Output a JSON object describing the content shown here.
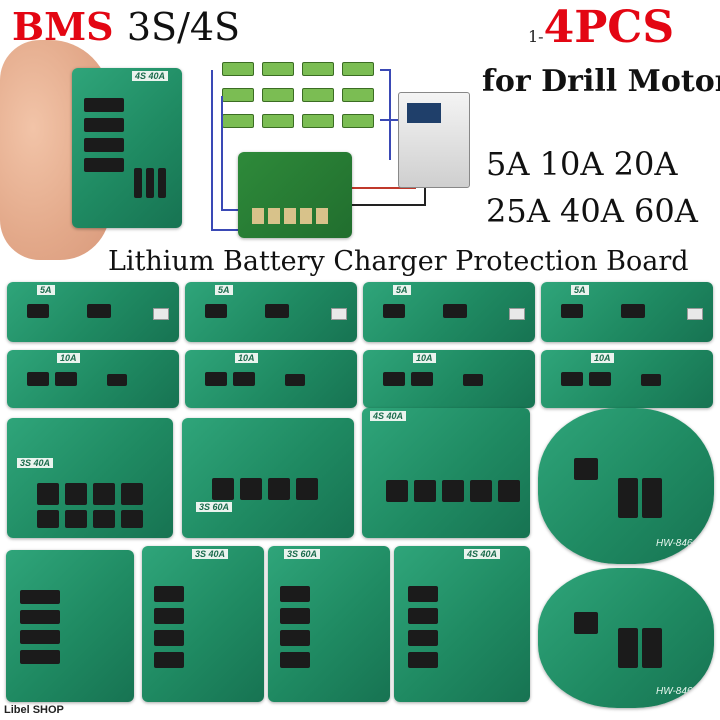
{
  "title": {
    "bms": "BMS",
    "series": "3S/4S"
  },
  "quantity": {
    "prefix": "1-",
    "count": "4PCS"
  },
  "use": "for Drill Motor",
  "ratings": {
    "line1": "5A 10A 20A",
    "line2": "25A 40A 60A"
  },
  "subtitle": "Lithium Battery Charger Protection Board",
  "shop": "Libel SHOP",
  "board_labels": {
    "hero": "4S 40A",
    "r5a": "5A",
    "r10a": "10A",
    "s3_40": "3S 40A",
    "s3_60": "3S 60A",
    "s4_40": "4S 40A",
    "hw846": "HW-846"
  },
  "colors": {
    "accent_red": "#e30613",
    "pcb_green": "#1f8a62"
  }
}
